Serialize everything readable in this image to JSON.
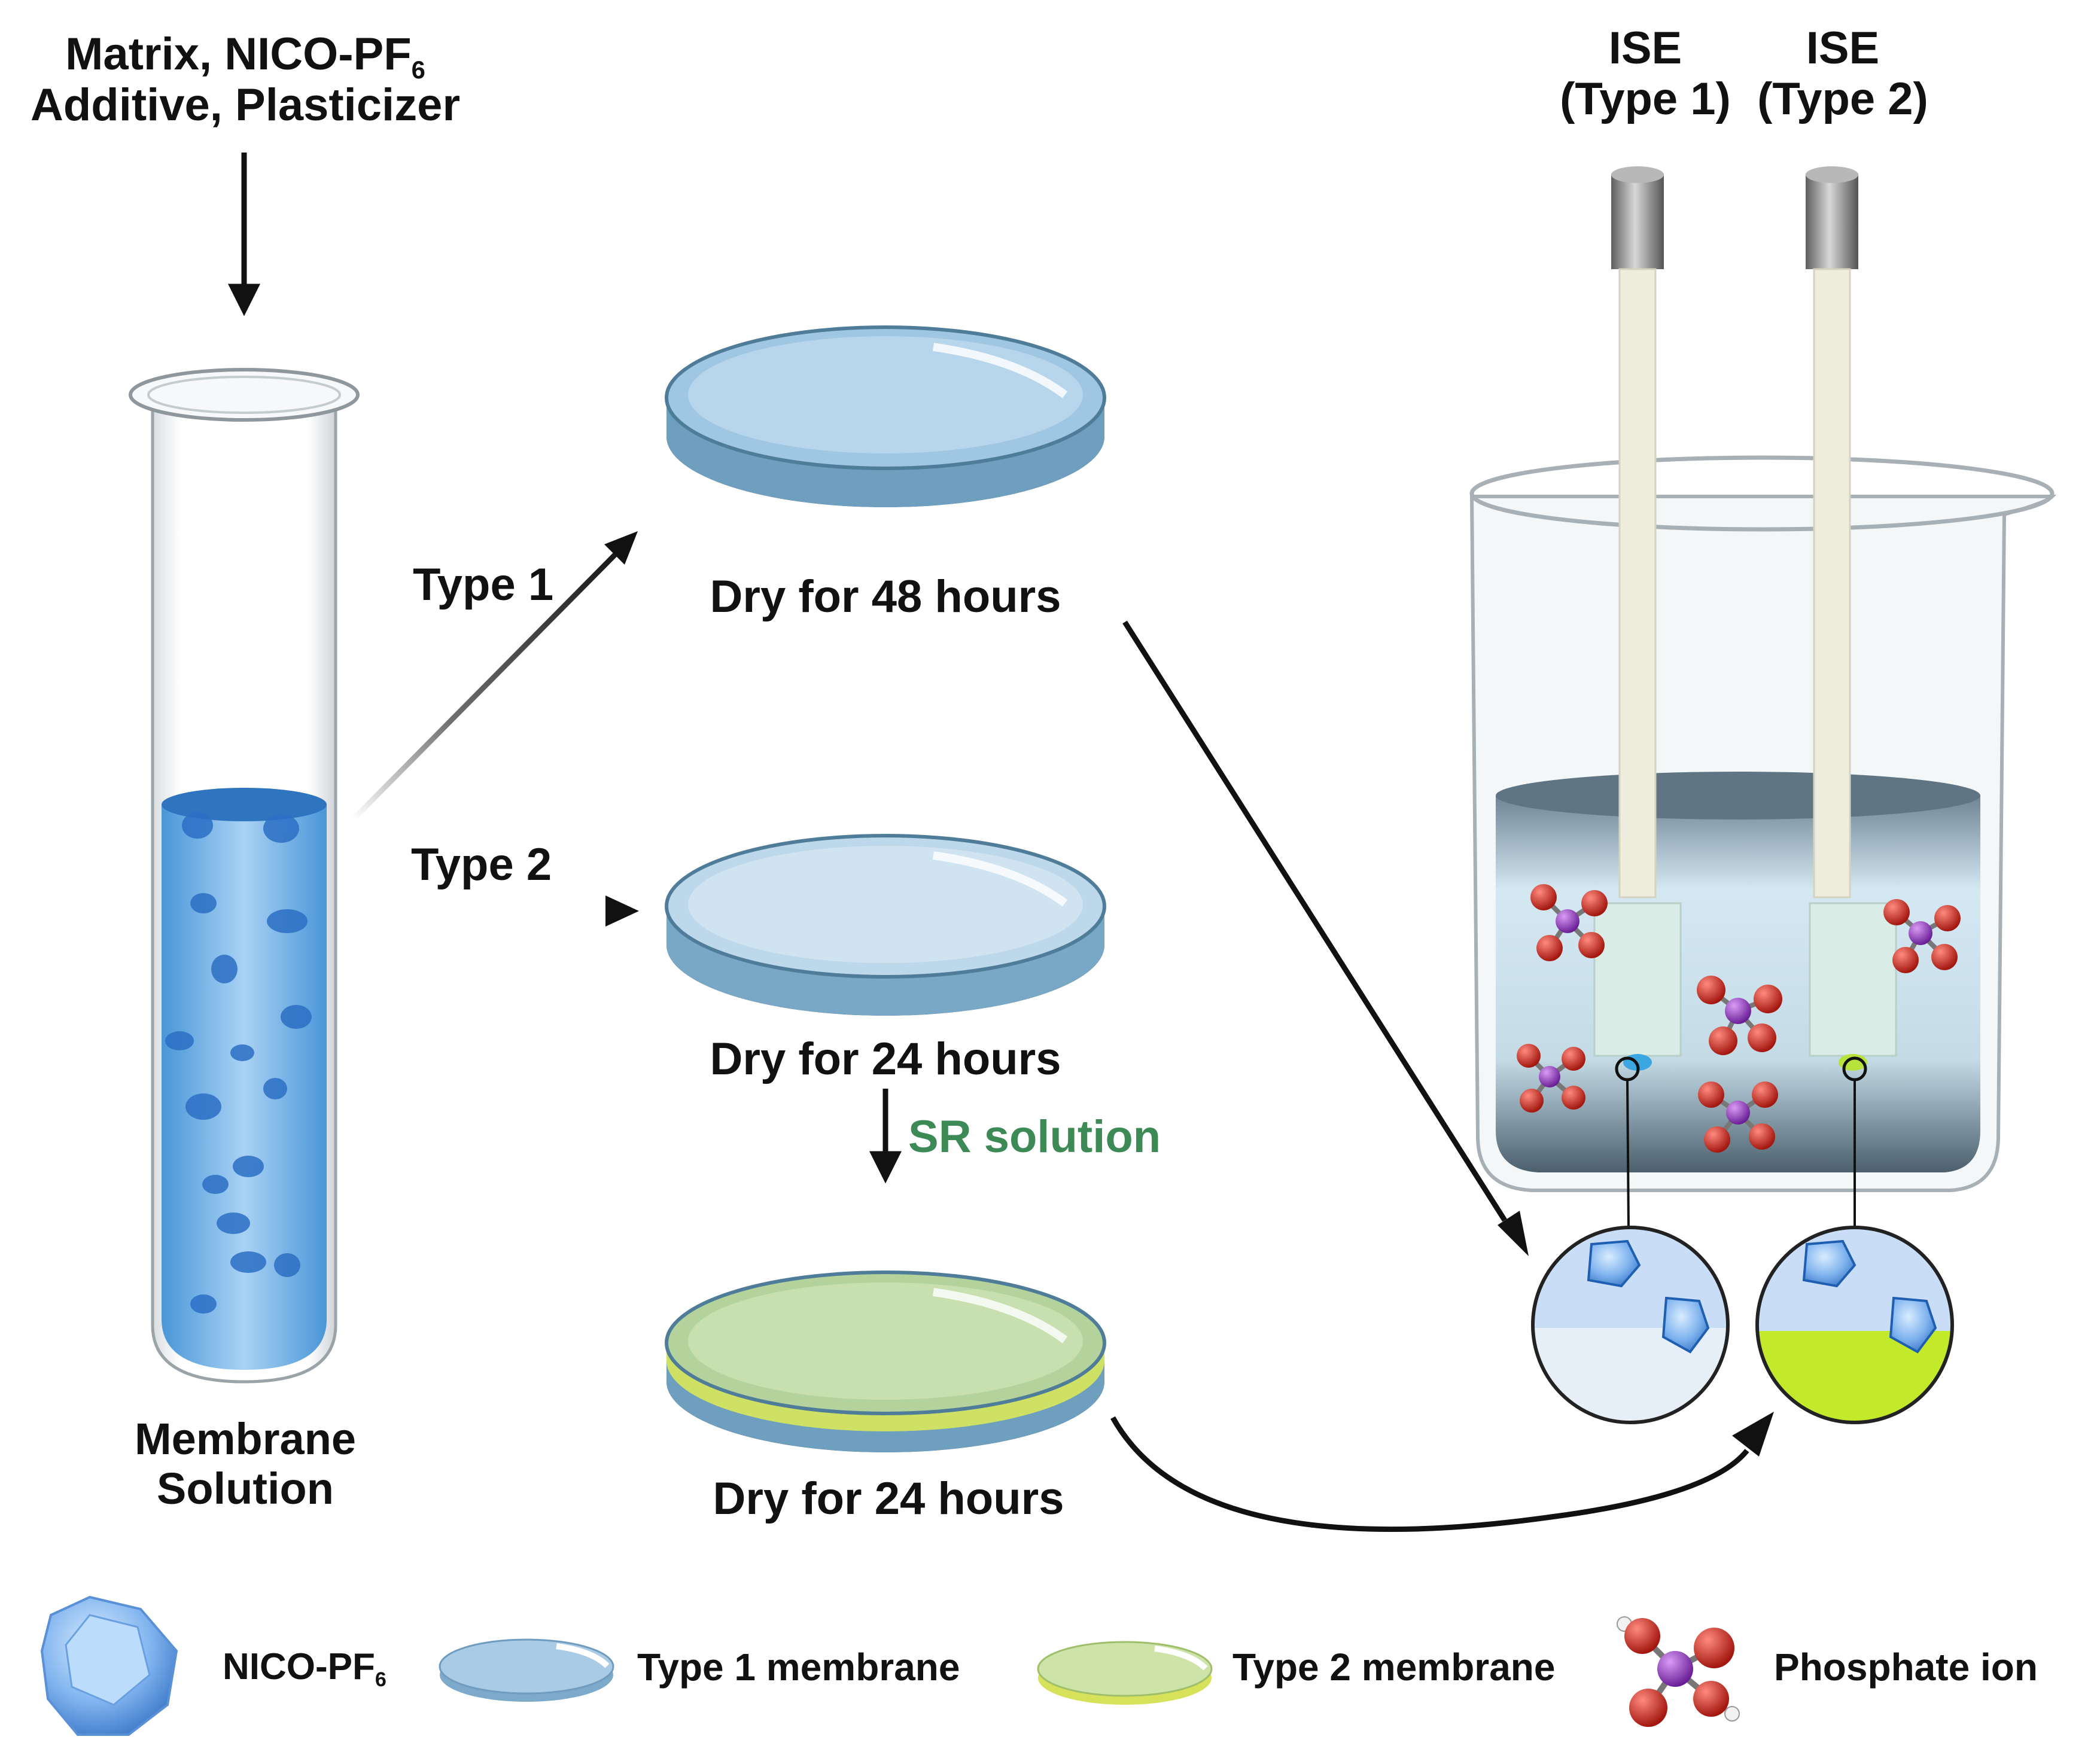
{
  "inputs_label": {
    "line1": "Matrix, NICO-PF",
    "line1_sub": "6",
    "line2": "Additive, Plasticizer"
  },
  "tube_label": {
    "line1": "Membrane",
    "line2": "Solution"
  },
  "branches": {
    "type1": "Type 1",
    "type2": "Type 2"
  },
  "steps": {
    "type1_dry": "Dry for 48 hours",
    "type2_dry": "Dry for 24 hours",
    "sr_solution": "SR solution",
    "type2_dry_final": "Dry for 24 hours"
  },
  "electrodes": {
    "ise1": {
      "line1": "ISE",
      "line2": "(Type 1)"
    },
    "ise2": {
      "line1": "ISE",
      "line2": "(Type 2)"
    }
  },
  "legend": {
    "nico": {
      "text": "NICO-PF",
      "sub": "6",
      "icon": "polyhedron-crystal-icon"
    },
    "type1": {
      "text": "Type 1 membrane",
      "icon": "blue-membrane-disc-icon"
    },
    "type2": {
      "text": "Type 2 membrane",
      "icon": "green-membrane-disc-icon"
    },
    "phosphate": {
      "text": "Phosphate ion",
      "icon": "phosphate-molecule-icon"
    }
  },
  "colors": {
    "solution_blue": "#5da8e6",
    "type1_membrane": "#9fc6e2",
    "type2_membrane": "#c6df9a",
    "sr_green": "#3e8a56",
    "electrode_body": "#efeede",
    "electrode_cap": "#8c8c8c",
    "oxygen_red": "#d22a20",
    "phosphorus_purple": "#9b3fc6"
  }
}
